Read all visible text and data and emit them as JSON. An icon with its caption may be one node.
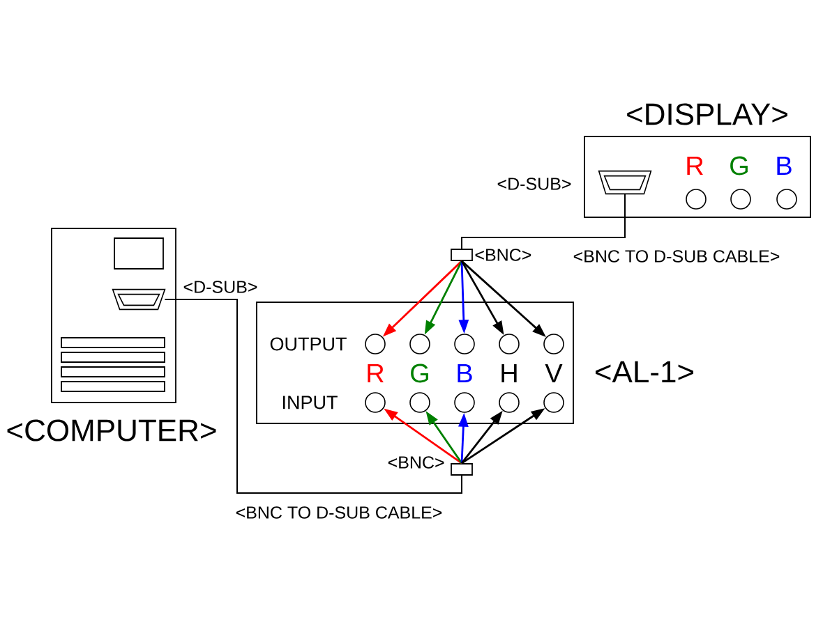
{
  "diagram": {
    "nodes": [
      {
        "text": [
          "<DISPLAY>"
        ]
      },
      {
        "text": [],
        "shape": "picture",
        "beside": [
          "<D-SUB>"
        ],
        "in": 0
      },
      {
        "text": [],
        "shape": "circle",
        "in": 0
      },
      {
        "text": [],
        "shape": "circle",
        "in": 0
      },
      {
        "text": [],
        "shape": "circle",
        "in": 0
      },
      {
        "text": [
          "<COMPUTER>"
        ]
      },
      {
        "text": [],
        "shape": "picture",
        "beside": [
          "<D-SUB>"
        ],
        "in": 5
      },
      {
        "text": [],
        "shape": "box",
        "beside": [
          "<BNC>"
        ]
      },
      {
        "text": [
          "<AL-1>"
        ]
      },
      {
        "text": [],
        "shape": "circle",
        "in": 8
      },
      {
        "text": [],
        "shape": "circle",
        "in": 8
      },
      {
        "text": [],
        "shape": "circle",
        "in": 8
      },
      {
        "text": [],
        "shape": "circle",
        "in": 8
      },
      {
        "text": [],
        "shape": "circle",
        "in": 8
      },
      {
        "text": [],
        "shape": "circle",
        "in": 8
      },
      {
        "text": [],
        "shape": "circle",
        "in": 8
      },
      {
        "text": [],
        "shape": "circle",
        "in": 8
      },
      {
        "text": [],
        "shape": "circle",
        "in": 8
      },
      {
        "text": [],
        "shape": "circle",
        "in": 8
      },
      {
        "text": [],
        "shape": "box",
        "beside": [
          "<BNC>"
        ]
      }
    ],
    "edges": [
      {
        "from": 1,
        "to": 7,
        "arrow": "none",
        "label": "<BNC TO D-SUB CABLE>"
      },
      {
        "from": 7,
        "to": 9,
        "arrow": "to",
        "color": "#ff0000"
      },
      {
        "from": 7,
        "to": 10,
        "arrow": "to",
        "color": "#008000"
      },
      {
        "from": 7,
        "to": 11,
        "arrow": "to",
        "color": "#0000ff"
      },
      {
        "from": 7,
        "to": 12,
        "arrow": "to"
      },
      {
        "from": 7,
        "to": 13,
        "arrow": "to"
      },
      {
        "from": 6,
        "to": 19,
        "arrow": "none",
        "label": "<BNC TO D-SUB CABLE>"
      },
      {
        "from": 19,
        "to": 14,
        "arrow": "to",
        "color": "#ff0000"
      },
      {
        "from": 19,
        "to": 15,
        "arrow": "to",
        "color": "#008000"
      },
      {
        "from": 19,
        "to": 16,
        "arrow": "to",
        "color": "#0000ff"
      },
      {
        "from": 19,
        "to": 17,
        "arrow": "to"
      },
      {
        "from": 19,
        "to": 18,
        "arrow": "to"
      }
    ],
    "labels": [
      "R",
      "G",
      "B",
      "OUTPUT",
      "R",
      "G",
      "B",
      "H",
      "V",
      "INPUT"
    ]
  }
}
